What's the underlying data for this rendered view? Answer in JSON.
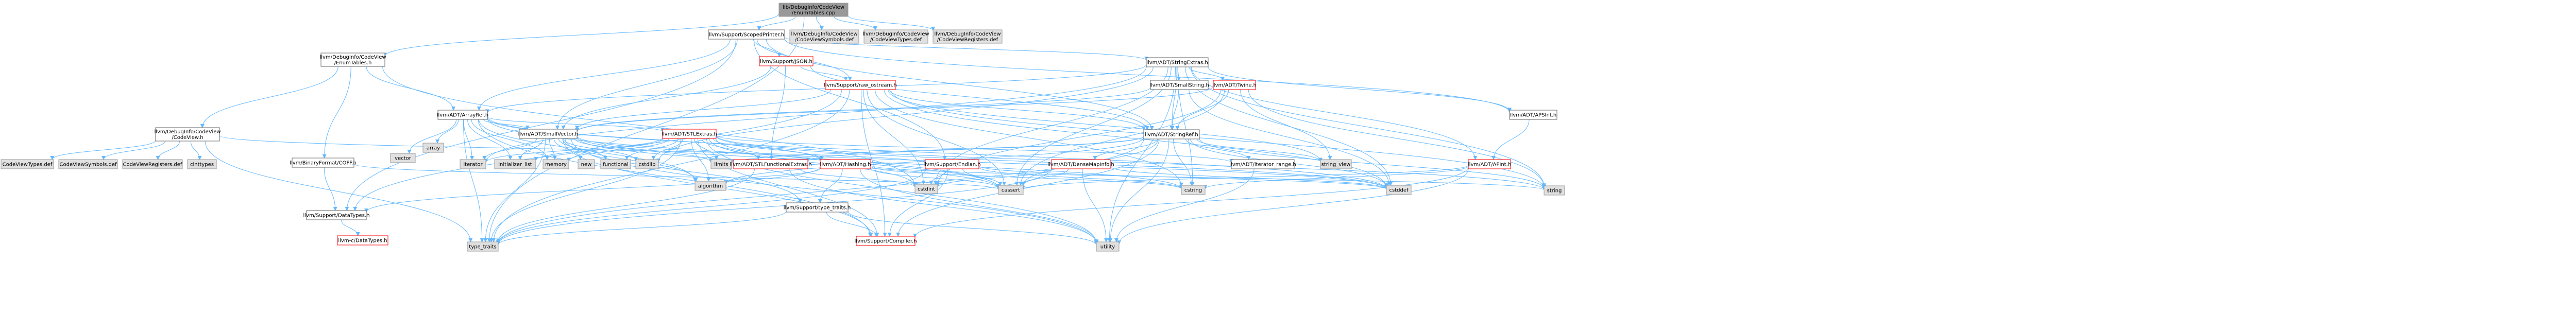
{
  "colors": {
    "edge": "#63b8ff",
    "focus_fill": "#999999",
    "header_fill": "#ffffff",
    "header_stroke": "#ff0000",
    "external_fill": "#e0e0e0",
    "external_stroke": "#999999",
    "local_fill": "#ffffff",
    "local_stroke": "#666666"
  },
  "diagram": {
    "nodes": [
      {
        "id": "root",
        "lines": [
          "lib/DebugInfo/CodeView",
          "/EnumTables.cpp"
        ],
        "kind": "focus"
      },
      {
        "id": "scopedprinter",
        "lines": [
          "llvm/Support/ScopedPrinter.h"
        ],
        "kind": "local"
      },
      {
        "id": "cvsym_def_top",
        "lines": [
          "llvm/DebugInfo/CodeView",
          "/CodeViewSymbols.def"
        ],
        "kind": "external"
      },
      {
        "id": "cvtypes_def_top",
        "lines": [
          "llvm/DebugInfo/CodeView",
          "/CodeViewTypes.def"
        ],
        "kind": "external"
      },
      {
        "id": "cvreg_def_top",
        "lines": [
          "llvm/DebugInfo/CodeView",
          "/CodeViewRegisters.def"
        ],
        "kind": "external"
      },
      {
        "id": "enumtables_h",
        "lines": [
          "llvm/DebugInfo/CodeView",
          "/EnumTables.h"
        ],
        "kind": "local"
      },
      {
        "id": "json",
        "lines": [
          "llvm/Support/JSON.h"
        ],
        "kind": "header"
      },
      {
        "id": "stringextras",
        "lines": [
          "llvm/ADT/StringExtras.h"
        ],
        "kind": "local"
      },
      {
        "id": "rawostream",
        "lines": [
          "llvm/Support/raw_ostream.h"
        ],
        "kind": "header"
      },
      {
        "id": "codeview_h",
        "lines": [
          "llvm/DebugInfo/CodeView",
          "/CodeView.h"
        ],
        "kind": "local"
      },
      {
        "id": "arrayref",
        "lines": [
          "llvm/ADT/ArrayRef.h"
        ],
        "kind": "local"
      },
      {
        "id": "smallstring",
        "lines": [
          "llvm/ADT/SmallString.h"
        ],
        "kind": "local"
      },
      {
        "id": "twine",
        "lines": [
          "llvm/ADT/Twine.h"
        ],
        "kind": "header"
      },
      {
        "id": "apsint",
        "lines": [
          "llvm/ADT/APSInt.h"
        ],
        "kind": "local"
      },
      {
        "id": "binaryformat",
        "lines": [
          "llvm/BinaryFormat/COFF.h"
        ],
        "kind": "local"
      },
      {
        "id": "smallvector",
        "lines": [
          "llvm/ADT/SmallVector.h"
        ],
        "kind": "local"
      },
      {
        "id": "stlextras",
        "lines": [
          "llvm/ADT/STLExtras.h"
        ],
        "kind": "header"
      },
      {
        "id": "stringref",
        "lines": [
          "llvm/ADT/StringRef.h"
        ],
        "kind": "local"
      },
      {
        "id": "cvtypes_def",
        "lines": [
          "CodeViewTypes.def"
        ],
        "kind": "external"
      },
      {
        "id": "cvsym_def",
        "lines": [
          "CodeViewSymbols.def"
        ],
        "kind": "external"
      },
      {
        "id": "cvreg_def",
        "lines": [
          "CodeViewRegisters.def"
        ],
        "kind": "external"
      },
      {
        "id": "cinttypes",
        "lines": [
          "cinttypes"
        ],
        "kind": "external"
      },
      {
        "id": "vector",
        "lines": [
          "vector"
        ],
        "kind": "external"
      },
      {
        "id": "array",
        "lines": [
          "array"
        ],
        "kind": "external"
      },
      {
        "id": "iterator",
        "lines": [
          "iterator"
        ],
        "kind": "external"
      },
      {
        "id": "initlist",
        "lines": [
          "initializer_list"
        ],
        "kind": "external"
      },
      {
        "id": "memory",
        "lines": [
          "memory"
        ],
        "kind": "external"
      },
      {
        "id": "new",
        "lines": [
          "new"
        ],
        "kind": "external"
      },
      {
        "id": "functional",
        "lines": [
          "functional"
        ],
        "kind": "external"
      },
      {
        "id": "cstdlib",
        "lines": [
          "cstdlib"
        ],
        "kind": "external"
      },
      {
        "id": "limits",
        "lines": [
          "limits"
        ],
        "kind": "external"
      },
      {
        "id": "stlfunc",
        "lines": [
          "llvm/ADT/STLFunctionalExtras.h"
        ],
        "kind": "header"
      },
      {
        "id": "hashing",
        "lines": [
          "llvm/ADT/Hashing.h"
        ],
        "kind": "header"
      },
      {
        "id": "endian",
        "lines": [
          "llvm/Support/Endian.h"
        ],
        "kind": "header"
      },
      {
        "id": "densemapinfo",
        "lines": [
          "llvm/ADT/DenseMapInfo.h"
        ],
        "kind": "header"
      },
      {
        "id": "iterrange",
        "lines": [
          "llvm/ADT/iterator_range.h"
        ],
        "kind": "local"
      },
      {
        "id": "apint",
        "lines": [
          "llvm/ADT/APInt.h"
        ],
        "kind": "header"
      },
      {
        "id": "stringview",
        "lines": [
          "string_view"
        ],
        "kind": "external"
      },
      {
        "id": "datatypes",
        "lines": [
          "llvm/Support/DataTypes.h"
        ],
        "kind": "local"
      },
      {
        "id": "typetraits_h",
        "lines": [
          "llvm/Support/type_traits.h"
        ],
        "kind": "local"
      },
      {
        "id": "algorithm",
        "lines": [
          "algorithm"
        ],
        "kind": "external"
      },
      {
        "id": "cstdint",
        "lines": [
          "cstdint"
        ],
        "kind": "external"
      },
      {
        "id": "cassert",
        "lines": [
          "cassert"
        ],
        "kind": "external"
      },
      {
        "id": "cstring",
        "lines": [
          "cstring"
        ],
        "kind": "external"
      },
      {
        "id": "cstddef",
        "lines": [
          "cstddef"
        ],
        "kind": "external"
      },
      {
        "id": "string",
        "lines": [
          "string"
        ],
        "kind": "external"
      },
      {
        "id": "cdatatypes",
        "lines": [
          "llvm-c/DataTypes.h"
        ],
        "kind": "header"
      },
      {
        "id": "typetraits",
        "lines": [
          "type_traits"
        ],
        "kind": "external"
      },
      {
        "id": "compiler",
        "lines": [
          "llvm/Support/Compiler.h"
        ],
        "kind": "header"
      },
      {
        "id": "utility",
        "lines": [
          "utility"
        ],
        "kind": "external"
      }
    ]
  }
}
